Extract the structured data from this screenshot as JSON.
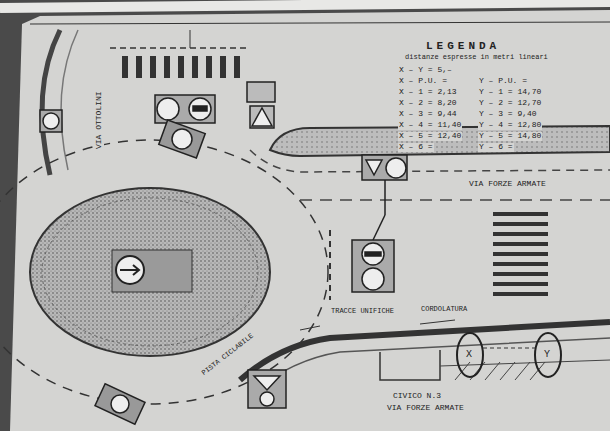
{
  "diagram": {
    "title": "LEGENDA",
    "labels": [
      "distanze espresse in metri lineari",
      "X – Y = 5,–",
      "X – P.U. =",
      "Y – P.U. =",
      "X – 1 = 2,13",
      "Y – 1 = 14,70",
      "X – 2 = 8,20",
      "Y – 2 = 12,70",
      "X – 3 = 9,44",
      "Y – 3 = 9,40",
      "X – 4 = 11,40",
      "Y – 4 = 12,80",
      "X – 5 = 12,40",
      "Y – 5 = 14,80",
      "X – 6 =",
      "Y – 6 =",
      "VIA OTTOLINI",
      "VIA FORZE ARMATE",
      "TRACCE UNIFICHE",
      "CORDOLATURA",
      "PISTA CICLABILE",
      "CIVICO N.3",
      "VIA FORZE ARMATE",
      "X",
      "Y"
    ]
  }
}
